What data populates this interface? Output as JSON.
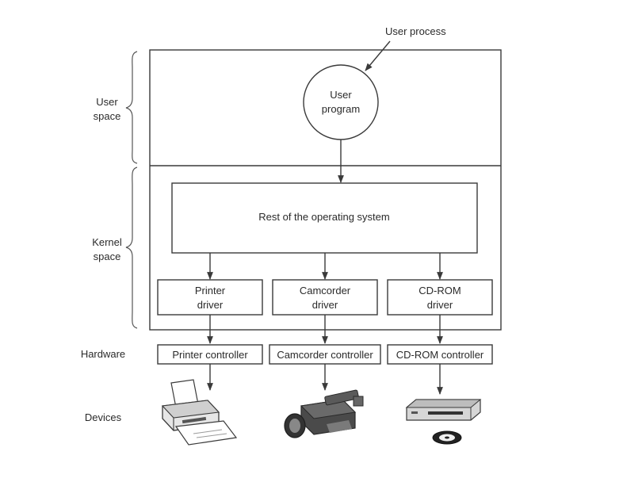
{
  "labels": {
    "user_process": "User process",
    "user_program": [
      "User",
      "program"
    ],
    "user_space": [
      "User",
      "space"
    ],
    "kernel_space": [
      "Kernel",
      "space"
    ],
    "hardware": "Hardware",
    "devices": "Devices",
    "rest_of_os": "Rest of the operating system"
  },
  "drivers": [
    {
      "lines": [
        "Printer",
        "driver"
      ]
    },
    {
      "lines": [
        "Camcorder",
        "driver"
      ]
    },
    {
      "lines": [
        "CD-ROM",
        "driver"
      ]
    }
  ],
  "controllers": [
    {
      "label": "Printer controller"
    },
    {
      "label": "Camcorder controller"
    },
    {
      "label": "CD-ROM controller"
    }
  ],
  "device_icons": [
    "printer-icon",
    "camcorder-icon",
    "cdrom-drive-icon"
  ],
  "colors": {
    "line": "#3a3a3a",
    "text": "#2a2a2a"
  }
}
